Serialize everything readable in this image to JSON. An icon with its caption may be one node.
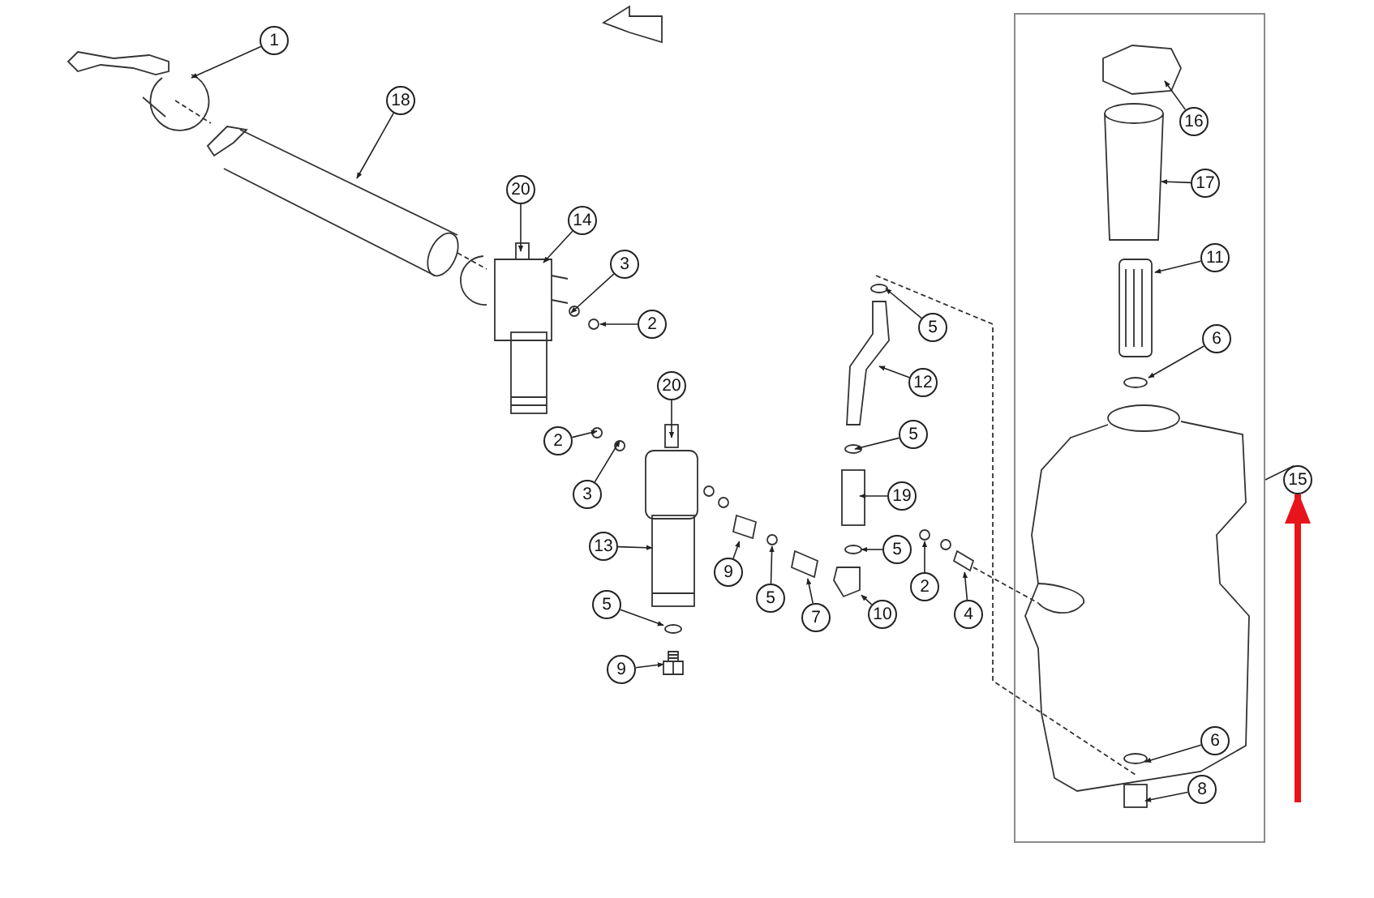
{
  "diagram": {
    "nodes": [
      {
        "text": [
          "1"
        ]
      },
      {
        "text": [
          "18"
        ]
      },
      {
        "text": [
          "20"
        ]
      },
      {
        "text": [
          "14"
        ]
      },
      {
        "text": [
          "3"
        ]
      },
      {
        "text": [
          "2"
        ]
      },
      {
        "text": [
          "20"
        ]
      },
      {
        "text": [
          "2"
        ]
      },
      {
        "text": [
          "3"
        ]
      },
      {
        "text": [
          "13"
        ]
      },
      {
        "text": [
          "9"
        ]
      },
      {
        "text": [
          "5"
        ]
      },
      {
        "text": [
          "7"
        ]
      },
      {
        "text": [
          "10"
        ]
      },
      {
        "text": [
          "5"
        ]
      },
      {
        "text": [
          "9"
        ]
      },
      {
        "text": [
          "5"
        ]
      },
      {
        "text": [
          "12"
        ]
      },
      {
        "text": [
          "5"
        ]
      },
      {
        "text": [
          "19"
        ]
      },
      {
        "text": [
          "5"
        ]
      },
      {
        "text": [
          "2"
        ]
      },
      {
        "text": [
          "4"
        ]
      },
      {
        "text": [],
        "shape": "box"
      },
      {
        "text": [
          "16"
        ],
        "in": 23
      },
      {
        "text": [
          "17"
        ],
        "in": 23
      },
      {
        "text": [
          "11"
        ],
        "in": 23
      },
      {
        "text": [
          "6"
        ],
        "in": 23
      },
      {
        "text": [
          "6"
        ],
        "in": 23
      },
      {
        "text": [
          "8"
        ],
        "in": 23
      },
      {
        "text": [
          "15"
        ]
      },
      {
        "text": [],
        "shape": "picture"
      },
      {
        "text": [],
        "shape": "picture"
      },
      {
        "text": [],
        "shape": "picture"
      },
      {
        "text": [],
        "shape": "picture"
      },
      {
        "text": [],
        "shape": "picture"
      },
      {
        "text": [],
        "shape": "picture"
      },
      {
        "text": [],
        "shape": "picture"
      },
      {
        "text": [],
        "shape": "picture"
      },
      {
        "text": [],
        "shape": "picture"
      }
    ],
    "edges": [
      {
        "from": 0,
        "to": null,
        "arrow": "to"
      },
      {
        "from": 1,
        "to": null,
        "arrow": "to"
      },
      {
        "from": 2,
        "to": null,
        "arrow": "to"
      },
      {
        "from": 3,
        "to": null,
        "arrow": "to"
      },
      {
        "from": 4,
        "to": null,
        "arrow": "to"
      },
      {
        "from": 5,
        "to": null,
        "arrow": "to"
      },
      {
        "from": 6,
        "to": null,
        "arrow": "to"
      },
      {
        "from": 7,
        "to": null,
        "arrow": "to"
      },
      {
        "from": 8,
        "to": null,
        "arrow": "to"
      },
      {
        "from": 9,
        "to": null,
        "arrow": "to"
      },
      {
        "from": 10,
        "to": 31,
        "arrow": "to"
      },
      {
        "from": 11,
        "to": 32,
        "arrow": "to"
      },
      {
        "from": 12,
        "to": 33,
        "arrow": "to"
      },
      {
        "from": 13,
        "to": 34,
        "arrow": "to"
      },
      {
        "from": 14,
        "to": 35,
        "arrow": "to"
      },
      {
        "from": 15,
        "to": 38,
        "arrow": "to"
      },
      {
        "from": 16,
        "to": null,
        "arrow": "to"
      },
      {
        "from": 17,
        "to": null,
        "arrow": "to"
      },
      {
        "from": 18,
        "to": null,
        "arrow": "to"
      },
      {
        "from": 19,
        "to": null,
        "arrow": "to"
      },
      {
        "from": 20,
        "to": 39,
        "arrow": "to"
      },
      {
        "from": 21,
        "to": 36,
        "arrow": "to"
      },
      {
        "from": 22,
        "to": 37,
        "arrow": "to"
      },
      {
        "from": 24,
        "to": null,
        "arrow": "to"
      },
      {
        "from": 25,
        "to": null,
        "arrow": "to"
      },
      {
        "from": 26,
        "to": null,
        "arrow": "to"
      },
      {
        "from": 27,
        "to": null,
        "arrow": "to"
      },
      {
        "from": 28,
        "to": null,
        "arrow": "to"
      },
      {
        "from": 29,
        "to": null,
        "arrow": "to"
      },
      {
        "from": 30,
        "to": 23,
        "arrow": "none"
      },
      {
        "from": null,
        "to": 30,
        "arrow": "to",
        "style": "thick",
        "color": "#e8141b"
      }
    ]
  }
}
